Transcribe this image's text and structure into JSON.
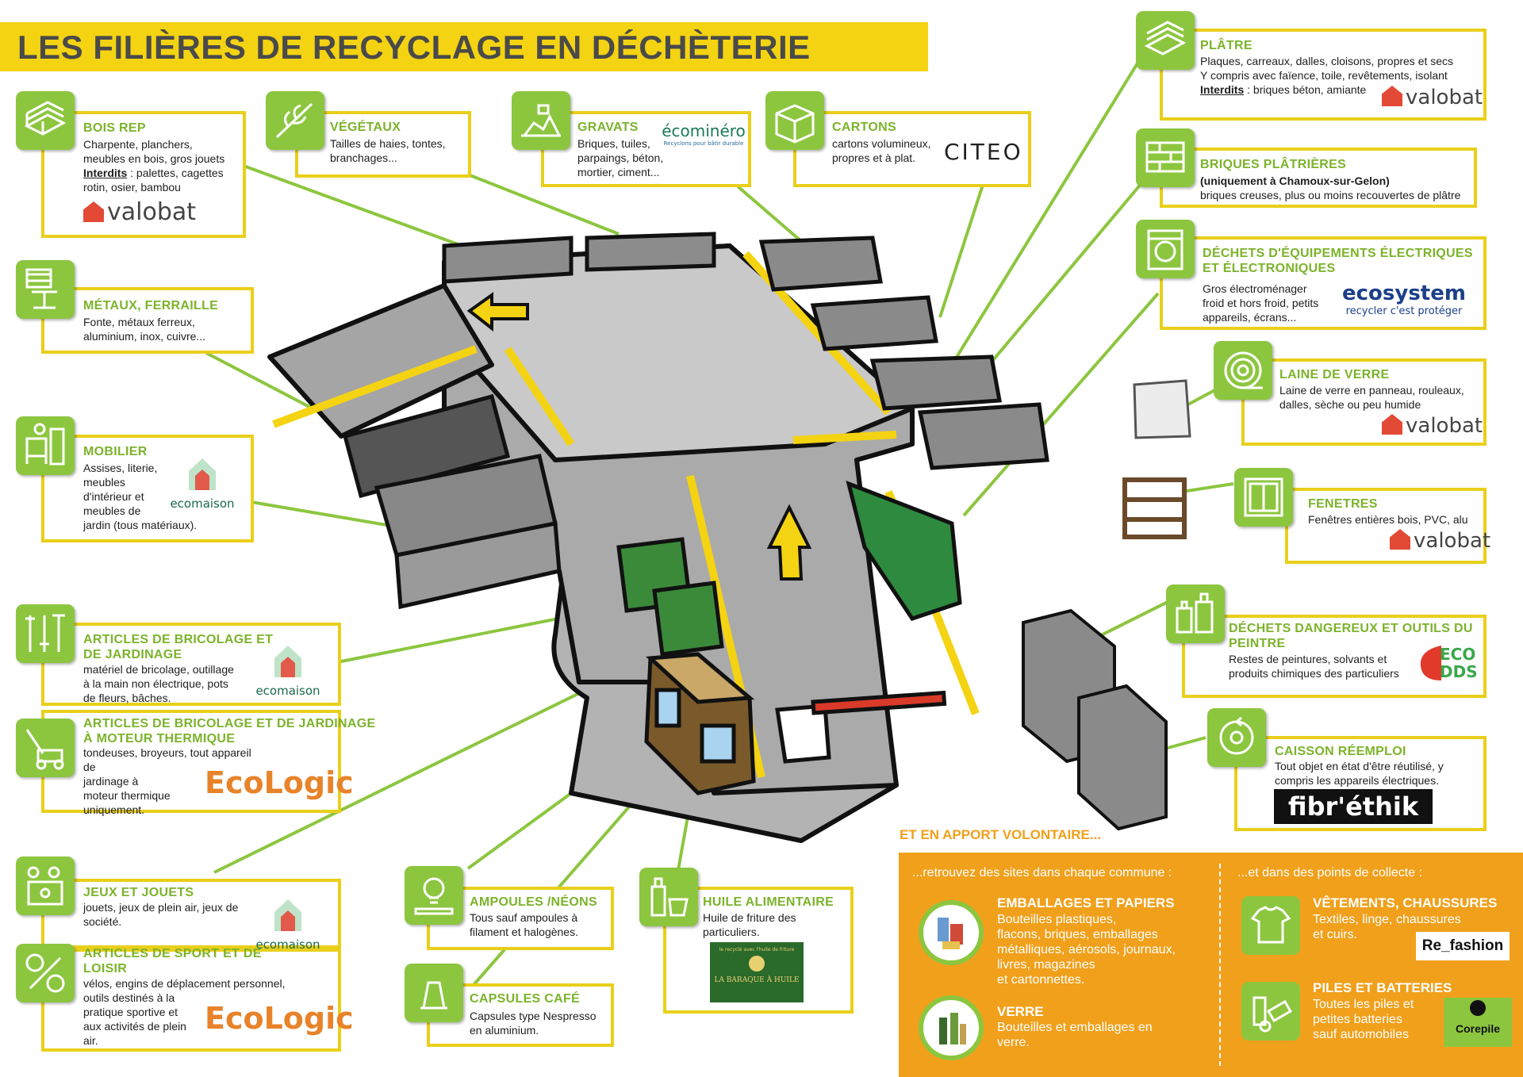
{
  "title": "LES FILIÈRES DE RECYCLAGE EN DÉCHÈTERIE",
  "cards": {
    "bois": {
      "title": "BOIS REP",
      "lines": [
        "Charpente, planchers,",
        "meubles en bois, gros jouets"
      ],
      "forbidden_label": "Interdits",
      "forbidden_text": " : palettes, cagettes",
      "lines2": [
        "rotin, osier, bambou"
      ],
      "logo": "valobat",
      "icon": "wood-planks-icon"
    },
    "metaux": {
      "title": "MÉTAUX, FERRAILLE",
      "lines": [
        "Fonte, métaux ferreux,",
        "aluminium, inox, cuivre..."
      ],
      "icon": "metal-beam-icon"
    },
    "mobilier": {
      "title": "MOBILIER",
      "lines": [
        "Assises, literie,",
        "meubles",
        "d'intérieur et",
        "meubles de",
        "jardin (tous matériaux)."
      ],
      "logo": "ecomaison",
      "icon": "furniture-icon"
    },
    "bricolage": {
      "title": "ARTICLES DE BRICOLAGE ET",
      "title2": "DE JARDINAGE",
      "lines": [
        "matériel de bricolage, outillage",
        "à la main non électrique, pots",
        "de fleurs, bâches."
      ],
      "logo": "ecomaison",
      "icon": "garden-tools-icon"
    },
    "thermique": {
      "title": "ARTICLES DE BRICOLAGE ET DE JARDINAGE",
      "title2": "À MOTEUR THERMIQUE",
      "lines": [
        "tondeuses, broyeurs, tout appareil de",
        "jardinage à",
        "moteur thermique",
        "uniquement."
      ],
      "logo": "EcoLogic",
      "icon": "lawnmower-icon"
    },
    "jouets": {
      "title": "JEUX ET JOUETS",
      "lines": [
        "jouets, jeux de plein air, jeux de",
        "société."
      ],
      "logo": "ecomaison",
      "icon": "toys-icon"
    },
    "sport": {
      "title": "ARTICLES DE SPORT ET DE",
      "title2": "LOISIR",
      "lines": [
        "vélos, engins de déplacement personnel,",
        "outils destinés à la",
        "pratique sportive et",
        "aux activités de plein",
        "air."
      ],
      "logo": "EcoLogic",
      "icon": "sports-icon"
    },
    "vegetaux": {
      "title": "VÉGÉTAUX",
      "lines": [
        "Tailles de haies, tontes,",
        "branchages..."
      ],
      "icon": "branch-icon"
    },
    "gravats": {
      "title": "GRAVATS",
      "lines": [
        "Briques, tuiles,",
        "parpaings, béton,",
        "mortier, ciment..."
      ],
      "logo": "écominéro",
      "logo_sub": "Recyclons pour bâtir durable",
      "icon": "rubble-icon"
    },
    "cartons": {
      "title": "CARTONS",
      "lines": [
        "cartons volumineux,",
        "propres et à plat."
      ],
      "logo": "CITEO",
      "icon": "cardboard-box-icon"
    },
    "platre": {
      "title": "PLÂTRE",
      "lines": [
        "Plaques, carreaux, dalles, cloisons, propres et secs",
        "Y compris avec faïence, toile, revêtements, isolant"
      ],
      "forbidden_label": "Interdits",
      "forbidden_text": " : briques béton, amiante",
      "logo": "valobat",
      "icon": "plaster-sheets-icon"
    },
    "briques": {
      "title": "BRIQUES PLÂTRIÈRES",
      "subtitle": "(uniquement à Chamoux-sur-Gelon)",
      "lines": [
        "briques creuses, plus ou moins recouvertes de plâtre"
      ],
      "icon": "brick-wall-icon"
    },
    "deee": {
      "title": "DÉCHETS D'ÉQUIPEMENTS ÉLECTRIQUES",
      "title2": "ET ÉLECTRONIQUES",
      "lines": [
        "Gros électroménager",
        "froid et hors froid, petits",
        "appareils, écrans..."
      ],
      "logo": "ecosystem",
      "logo_sub": "recycler c'est protéger",
      "icon": "washing-machine-icon"
    },
    "laine": {
      "title": "LAINE DE VERRE",
      "lines": [
        "Laine de verre en panneau, rouleaux,",
        "dalles, sèche ou peu humide"
      ],
      "logo": "valobat",
      "icon": "insulation-roll-icon"
    },
    "fenetres": {
      "title": "FENETRES",
      "lines": [
        "Fenêtres entières bois, PVC, alu"
      ],
      "logo": "valobat",
      "icon": "window-icon"
    },
    "dangereux": {
      "title": "DÉCHETS DANGEREUX ET OUTILS DU",
      "title2": "PEINTRE",
      "lines": [
        "Restes de peintures, solvants et",
        "produits chimiques des particuliers"
      ],
      "logo": "ECO DDS",
      "icon": "hazardous-bottles-icon"
    },
    "reemploi": {
      "title": "CAISSON RÉEMPLOI",
      "lines": [
        "Tout objet en état d'être réutilisé, y",
        "compris les appareils électriques."
      ],
      "logo": "fibr'éthik",
      "icon": "reuse-cycle-icon"
    },
    "ampoules": {
      "title": "AMPOULES /NÉONS",
      "lines": [
        "Tous sauf ampoules à",
        "filament et halogènes."
      ],
      "icon": "lightbulb-icon"
    },
    "capsules": {
      "title": "CAPSULES CAFÉ",
      "lines": [
        "Capsules type Nespresso",
        "en aluminium."
      ],
      "icon": "coffee-capsule-icon"
    },
    "huile": {
      "title": "HUILE ALIMENTAIRE",
      "lines": [
        "Huile de friture des",
        "particuliers."
      ],
      "logo_top": "le recyclé avec l'huile de friture",
      "logo": "LA BARAQUE À HUILE",
      "icon": "oil-bottle-icon"
    }
  },
  "volontaire": {
    "heading": "ET EN APPORT VOLONTAIRE...",
    "left_intro": "...retrouvez des sites dans chaque commune :",
    "right_intro": "...et dans des points de collecte :",
    "emballages": {
      "title": "EMBALLAGES ET PAPIERS",
      "lines": [
        "Bouteilles plastiques,",
        "flacons, briques, emballages",
        "métalliques, aérosols, journaux,",
        "livres, magazines",
        "et cartonnettes."
      ]
    },
    "verre": {
      "title": "VERRE",
      "lines": [
        "Bouteilles et emballages en",
        "verre."
      ]
    },
    "vetements": {
      "title": "VÊTEMENTS, CHAUSSURES",
      "lines": [
        "Textiles, linge, chaussures",
        "et cuirs."
      ],
      "logo": "Re_fashion",
      "icon": "tshirt-icon"
    },
    "piles": {
      "title": "PILES ET BATTERIES",
      "lines": [
        "Toutes les piles et",
        "petites batteries",
        "sauf automobiles"
      ],
      "logo": "Corepile",
      "icon": "batteries-icon"
    }
  },
  "colors": {
    "green": "#8cc63f",
    "title_green": "#7cb32b",
    "yellow": "#f4d312",
    "orange": "#f1a01b",
    "gray": "#a9a9a9"
  }
}
